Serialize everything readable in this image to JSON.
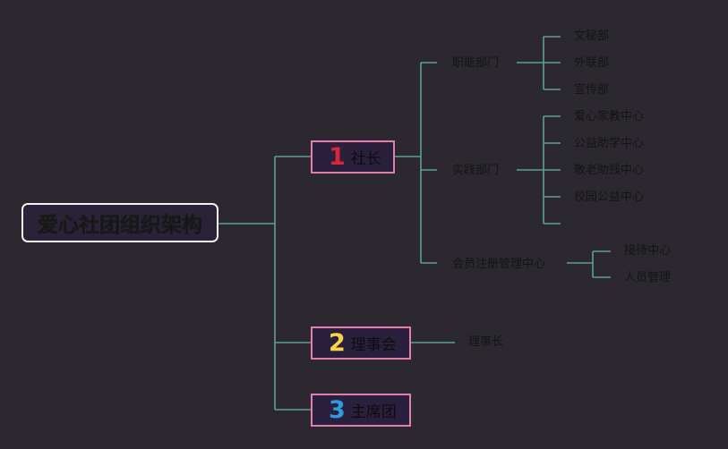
{
  "root": {
    "label": "爱心社团组织架构"
  },
  "branches": [
    {
      "number": "1",
      "label": "社长",
      "number_color": "#d7263d",
      "children": [
        {
          "label": "职能部门",
          "children": [
            "文秘部",
            "外联部",
            "宣传部"
          ]
        },
        {
          "label": "实践部门",
          "children": [
            "爱心家教中心",
            "公益助学中心",
            "敬老助残中心",
            "校园公益中心",
            ""
          ]
        },
        {
          "label": "会员注册管理中心",
          "children": [
            "接待中心",
            "人员管理"
          ]
        }
      ]
    },
    {
      "number": "2",
      "label": "理事会",
      "number_color": "#f5d547",
      "children": [
        "理事长"
      ]
    },
    {
      "number": "3",
      "label": "主席团",
      "number_color": "#2f9be0"
    }
  ],
  "colors": {
    "background": "#2c2830",
    "connector": "#5f9e97",
    "node_border": "#e07fae",
    "node_fill": "#2a1f3d",
    "root_border": "#f2f2f2"
  }
}
